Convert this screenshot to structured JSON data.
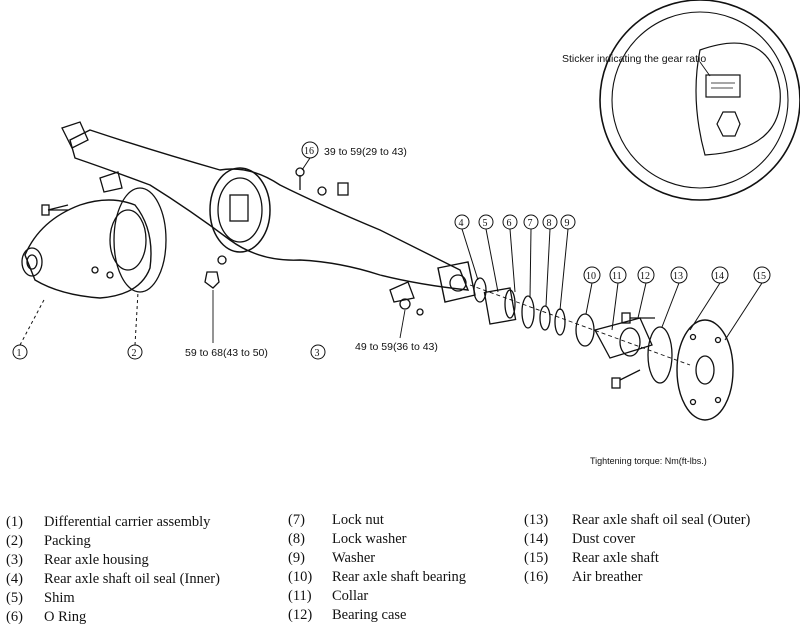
{
  "diagram": {
    "inset_label": "Sticker indicating the gear ratio",
    "torque_note": "Tightening torque: Nm(ft-lbs.)",
    "torque_labels": {
      "breather": "39 to 59(29 to 43)",
      "carrier": "59 to 68(43 to 50)",
      "case": "49 to 59(36 to 43)"
    },
    "callouts": {
      "c1": "1",
      "c2": "2",
      "c3": "3",
      "c4": "4",
      "c5": "5",
      "c6": "6",
      "c7": "7",
      "c8": "8",
      "c9": "9",
      "c10": "10",
      "c11": "11",
      "c12": "12",
      "c13": "13",
      "c14": "14",
      "c15": "15",
      "c16": "16"
    }
  },
  "legend": {
    "col1": [
      {
        "num": "(1)",
        "text": "Differential carrier assembly"
      },
      {
        "num": "(2)",
        "text": "Packing"
      },
      {
        "num": "(3)",
        "text": "Rear axle housing"
      },
      {
        "num": "(4)",
        "text": "Rear axle shaft oil seal (Inner)"
      },
      {
        "num": "(5)",
        "text": "Shim"
      },
      {
        "num": "(6)",
        "text": "O Ring"
      }
    ],
    "col2": [
      {
        "num": "(7)",
        "text": "Lock nut"
      },
      {
        "num": "(8)",
        "text": "Lock washer"
      },
      {
        "num": "(9)",
        "text": "Washer"
      },
      {
        "num": "(10)",
        "text": "Rear axle shaft bearing"
      },
      {
        "num": "(11)",
        "text": "Collar"
      },
      {
        "num": "(12)",
        "text": "Bearing case"
      }
    ],
    "col3": [
      {
        "num": "(13)",
        "text": "Rear axle shaft oil seal (Outer)"
      },
      {
        "num": "(14)",
        "text": "Dust cover"
      },
      {
        "num": "(15)",
        "text": "Rear axle shaft"
      },
      {
        "num": "(16)",
        "text": "Air breather"
      }
    ]
  }
}
